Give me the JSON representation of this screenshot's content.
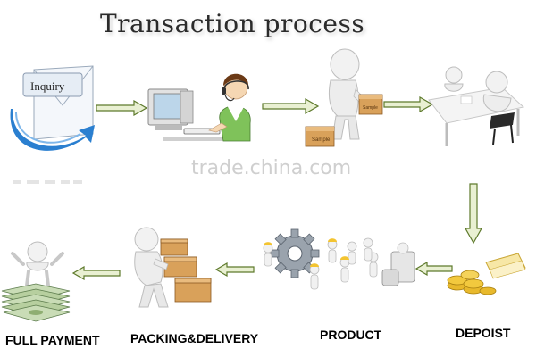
{
  "title": "Transaction process",
  "watermark": "trade.china.com",
  "steps": {
    "inquiry": {
      "icon": "envelope-icon",
      "label": "Inquiry"
    },
    "consult": {
      "icon": "support-agent-icon"
    },
    "sample": {
      "icon": "sample-box-icon",
      "box_label": "Sample"
    },
    "negotiate": {
      "icon": "meeting-table-icon"
    },
    "deposit": {
      "icon": "gold-coins-icon",
      "label": "DEPOIST"
    },
    "product": {
      "icon": "factory-gear-icon",
      "label": "PRODUCT"
    },
    "packing": {
      "icon": "stacked-boxes-icon",
      "label": "PACKING&DELIVERY"
    },
    "payment": {
      "icon": "money-stack-icon",
      "label": "FULL PAYMENT"
    }
  },
  "colors": {
    "arrow_fill": "#e9f0d2",
    "arrow_stroke": "#5e7a2c",
    "envelope_blue": "#2a7fd0",
    "box_brown": "#d9a15a",
    "coin_gold": "#e8b92c"
  }
}
